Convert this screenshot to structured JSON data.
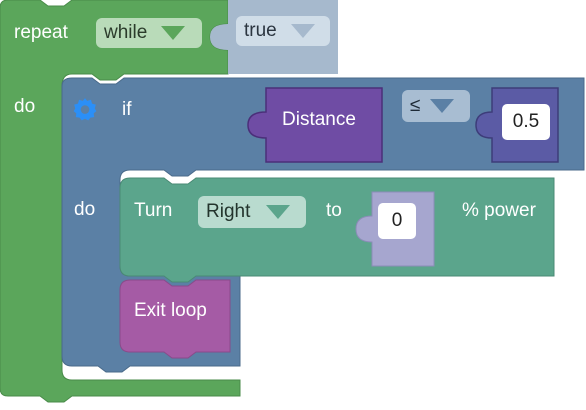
{
  "repeat_block": {
    "label": "repeat",
    "mode_value": "while",
    "condition_value": "true",
    "do_label": "do",
    "color": "#5ba65b"
  },
  "if_block": {
    "label": "if",
    "do_label": "do",
    "icon": "gear-icon",
    "color": "#5b80a5"
  },
  "condition": {
    "sensor_label": "Distance",
    "operator_value": "≤",
    "threshold_value": "0.5",
    "sensor_color": "#6f4ca4"
  },
  "turn_block": {
    "label": "Turn",
    "direction_value": "Right",
    "to_label": "to",
    "power_value": "0",
    "suffix_label": "% power",
    "color": "#5ba58c"
  },
  "exit_block": {
    "label": "Exit loop",
    "color": "#a55ba5"
  }
}
